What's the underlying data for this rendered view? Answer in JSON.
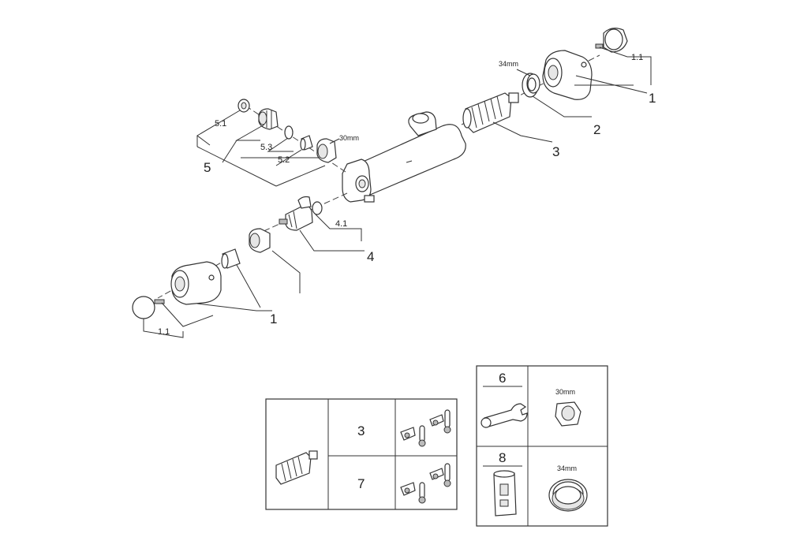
{
  "callouts": {
    "c1_right": "1",
    "c1_1_right": "1.1",
    "c2": "2",
    "c3": "3",
    "c4": "4",
    "c4_1": "4.1",
    "c5": "5",
    "c5_1": "5.1",
    "c5_2": "5.2",
    "c5_3": "5.3",
    "c1_left": "1",
    "c1_1_left": "1.1"
  },
  "dimensions": {
    "nut_top": "34mm",
    "nut_left": "30mm"
  },
  "table_left": {
    "row1_number": "3",
    "row2_number": "7"
  },
  "table_right": {
    "row1_number": "6",
    "row1_size": "30mm",
    "row2_number": "8",
    "row2_size": "34mm"
  }
}
